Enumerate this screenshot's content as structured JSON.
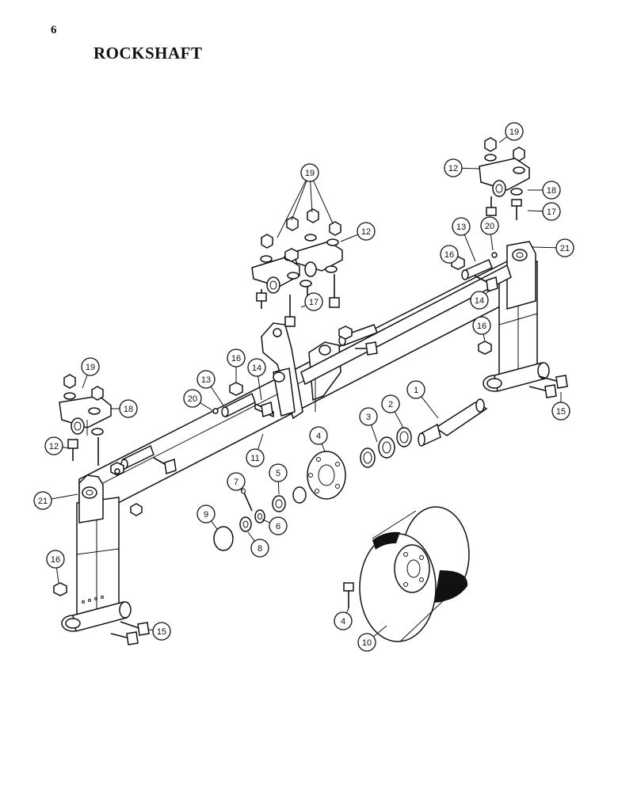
{
  "page": {
    "number": "6",
    "title": "ROCKSHAFT"
  },
  "callouts": [
    {
      "id": "c1",
      "label": "1"
    },
    {
      "id": "c2",
      "label": "2"
    },
    {
      "id": "c3",
      "label": "3"
    },
    {
      "id": "c4a",
      "label": "4"
    },
    {
      "id": "c4b",
      "label": "4"
    },
    {
      "id": "c5",
      "label": "5"
    },
    {
      "id": "c6",
      "label": "6"
    },
    {
      "id": "c7",
      "label": "7"
    },
    {
      "id": "c8",
      "label": "8"
    },
    {
      "id": "c9",
      "label": "9"
    },
    {
      "id": "c10",
      "label": "10"
    },
    {
      "id": "c11",
      "label": "11"
    },
    {
      "id": "c12a",
      "label": "12"
    },
    {
      "id": "c12b",
      "label": "12"
    },
    {
      "id": "c12c",
      "label": "12"
    },
    {
      "id": "c13a",
      "label": "13"
    },
    {
      "id": "c13b",
      "label": "13"
    },
    {
      "id": "c14a",
      "label": "14"
    },
    {
      "id": "c14b",
      "label": "14"
    },
    {
      "id": "c15a",
      "label": "15"
    },
    {
      "id": "c15b",
      "label": "15"
    },
    {
      "id": "c16a",
      "label": "16"
    },
    {
      "id": "c16b",
      "label": "16"
    },
    {
      "id": "c16c",
      "label": "16"
    },
    {
      "id": "c16d",
      "label": "16"
    },
    {
      "id": "c17a",
      "label": "17"
    },
    {
      "id": "c17b",
      "label": "17"
    },
    {
      "id": "c18a",
      "label": "18"
    },
    {
      "id": "c18b",
      "label": "18"
    },
    {
      "id": "c19a",
      "label": "19"
    },
    {
      "id": "c19b",
      "label": "19"
    },
    {
      "id": "c19c",
      "label": "19"
    },
    {
      "id": "c20a",
      "label": "20"
    },
    {
      "id": "c20b",
      "label": "20"
    },
    {
      "id": "c21a",
      "label": "21"
    },
    {
      "id": "c21b",
      "label": "21"
    }
  ]
}
